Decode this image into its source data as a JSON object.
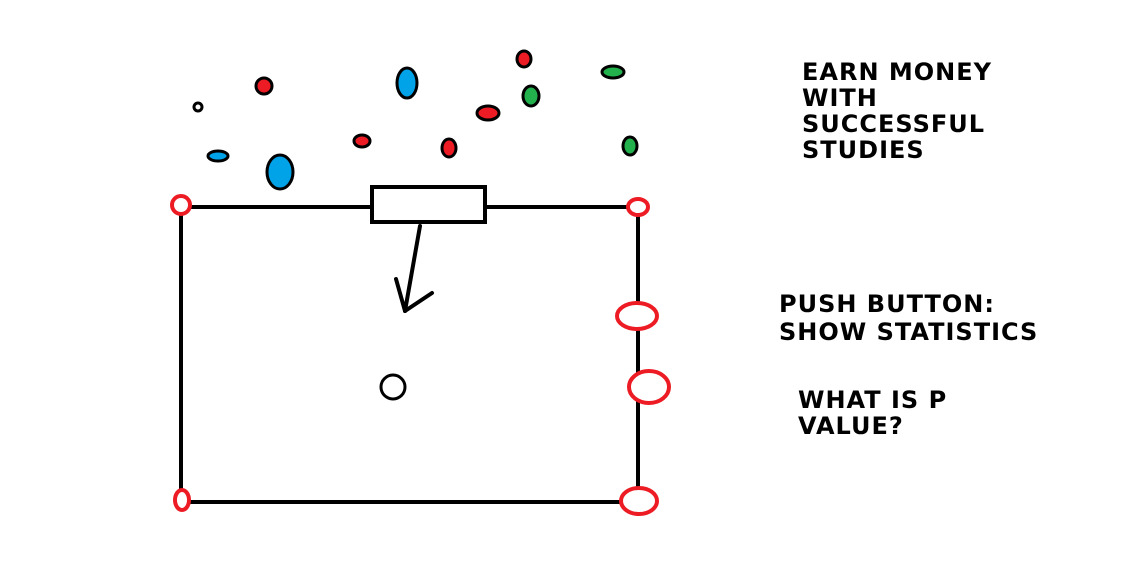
{
  "colors": {
    "background": "#ffffff",
    "wire": "#000000",
    "terminal": "#ed1c24",
    "blue_dot": "#00a2e8",
    "red_dot": "#ed1c24",
    "green_dot": "#22b14c"
  },
  "labels": {
    "earn_money": [
      "EARN MONEY",
      "WITH",
      "SUCCESSFUL",
      "STUDIES"
    ],
    "push_button": [
      "PUSH BUTTON:",
      "SHOW STATISTICS"
    ],
    "p_value": [
      "WHAT IS P",
      "VALUE?"
    ]
  }
}
